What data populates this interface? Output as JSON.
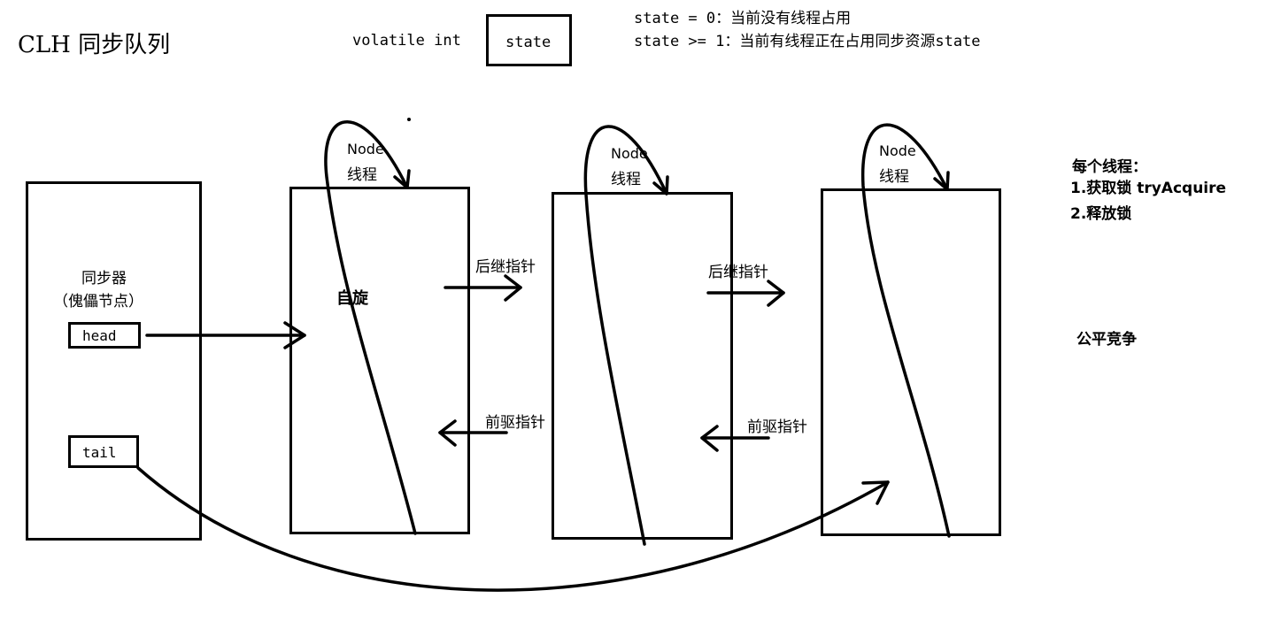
{
  "title": "CLH 同步队列",
  "state_var": {
    "prefix": "volatile int",
    "name": "state",
    "desc_0": "state = 0：当前没有线程占用",
    "desc_1": "state >= 1：当前有线程正在占用同步资源state"
  },
  "sync": {
    "label_1": "同步器",
    "label_2": "（傀儡节点）",
    "head": "head",
    "tail": "tail"
  },
  "nodes": [
    {
      "label": "Node",
      "sub": "线程",
      "spin": "自旋",
      "next_label": "后继指针",
      "prev_label": "前驱指针"
    },
    {
      "label": "Node",
      "sub": "线程",
      "next_label": "后继指针",
      "prev_label": "前驱指针"
    },
    {
      "label": "Node",
      "sub": "线程"
    }
  ],
  "notes": {
    "title": "每个线程：",
    "item_1": "1.获取锁 tryAcquire",
    "item_2": "2.释放锁",
    "fair": "公平竞争"
  },
  "colors": {
    "ink": "#000000",
    "background": "#ffffff"
  }
}
